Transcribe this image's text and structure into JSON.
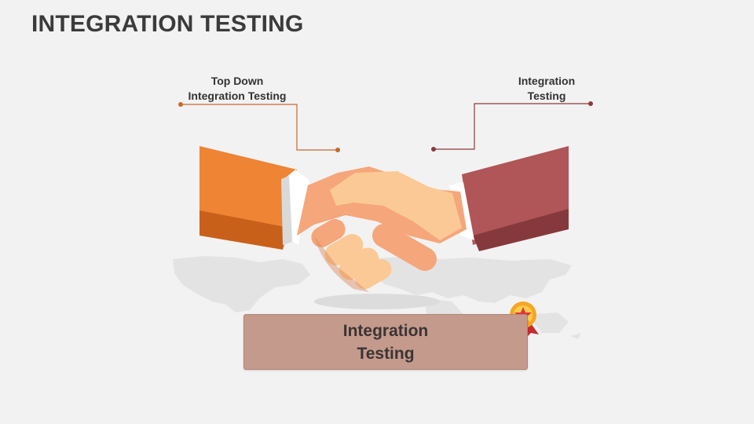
{
  "slide": {
    "title": "INTEGRATION TESTING"
  },
  "callouts": {
    "left": {
      "line1": "Top Down",
      "line2": "Integration Testing"
    },
    "right": {
      "line1": "Integration",
      "line2": "Testing"
    }
  },
  "main_box": {
    "line1": "Integration",
    "line2": "Testing"
  },
  "colors": {
    "background": "#f2f2f2",
    "left_sleeve": "#ee8434",
    "right_sleeve": "#b05558",
    "skin_light": "#fbc995",
    "skin_dark": "#f5a67a",
    "box_fill": "#c49a8c",
    "connector_left": "#c56a2e",
    "connector_right": "#8a3a3e",
    "badge_gold": "#f5a623",
    "badge_star": "#e0353b"
  },
  "icons": {
    "handshake": "handshake-icon",
    "world_map": "world-map-icon",
    "badge": "star-badge-icon"
  }
}
